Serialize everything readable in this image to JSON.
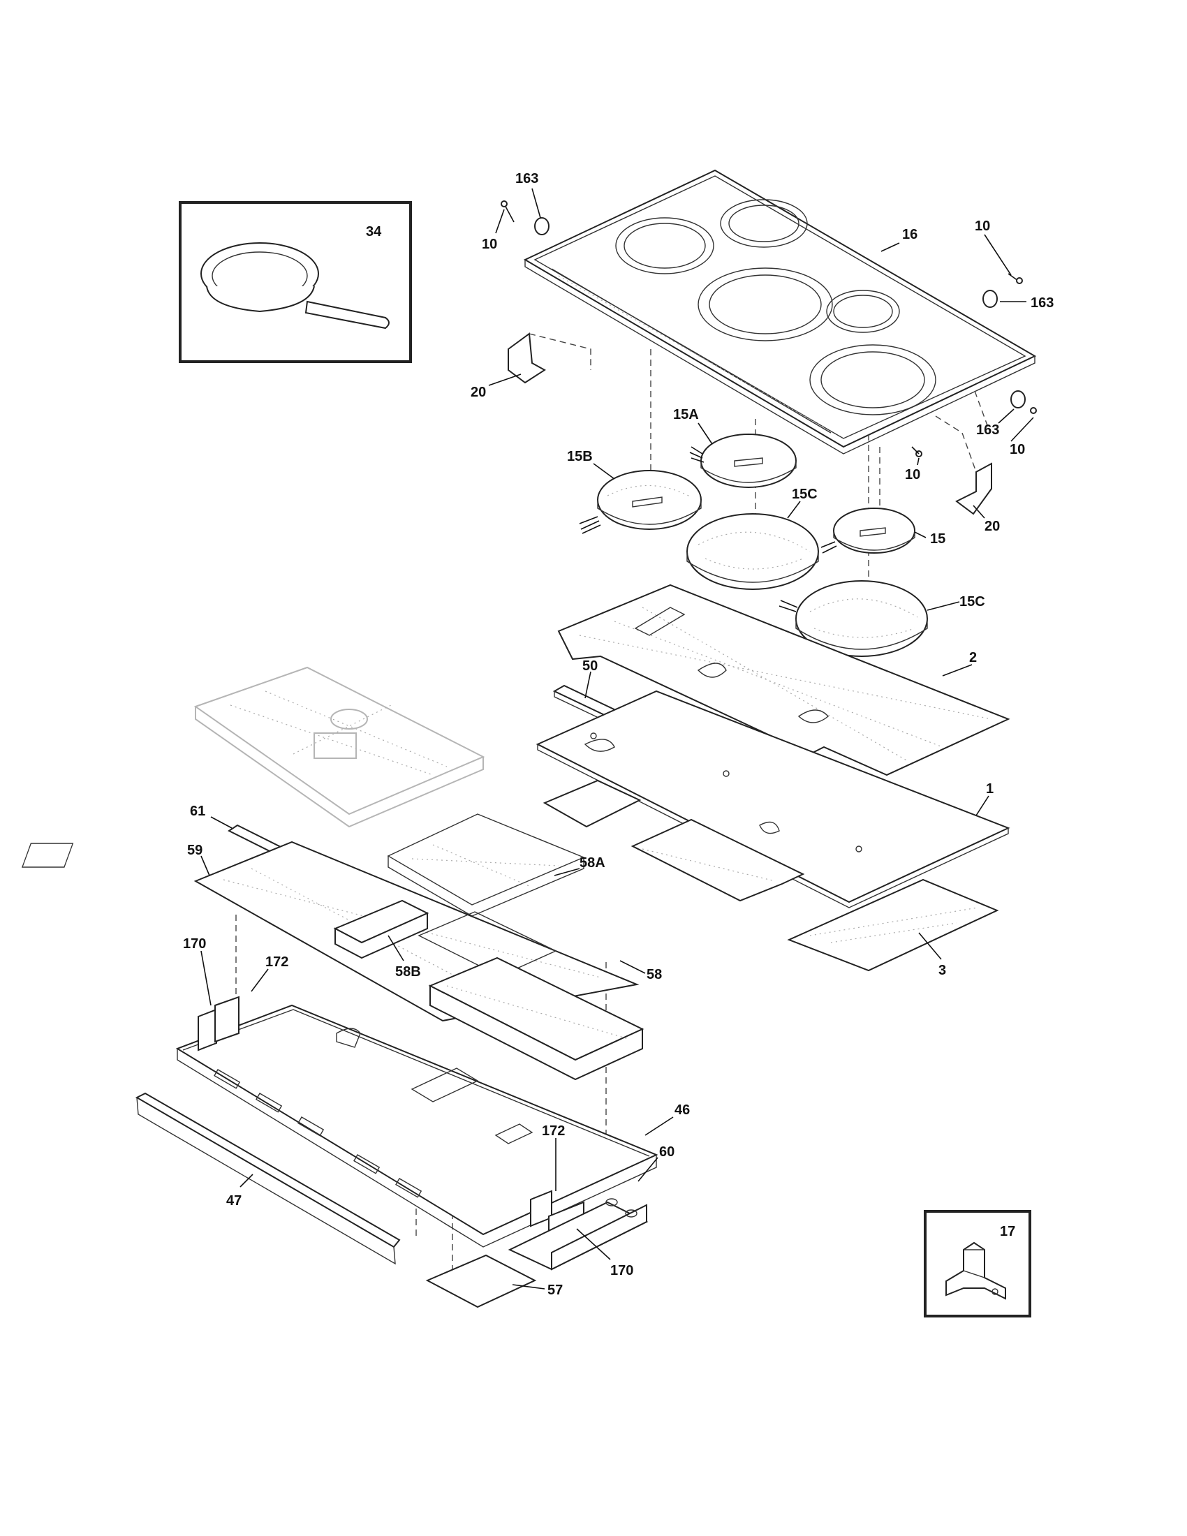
{
  "labels": {
    "l163a": "163",
    "l10a": "10",
    "l34": "34",
    "l16": "16",
    "l10b": "10",
    "l163b": "163",
    "l20a": "20",
    "l15a": "15A",
    "l15b": "15B",
    "l163c": "163",
    "l10c": "10",
    "l10d": "10",
    "l20b": "20",
    "l15c1": "15C",
    "l15": "15",
    "l15c2": "15C",
    "l2": "2",
    "l50": "50",
    "l1": "1",
    "l61": "61",
    "l59": "59",
    "l58a": "58A",
    "l170a": "170",
    "l172a": "172",
    "l58b": "58B",
    "l58": "58",
    "l3": "3",
    "l46": "46",
    "l172b": "172",
    "l60": "60",
    "l47": "47",
    "l170b": "170",
    "l57": "57",
    "l17": "17"
  },
  "icons": [
    "frying-pan-icon",
    "bracket-icon"
  ]
}
